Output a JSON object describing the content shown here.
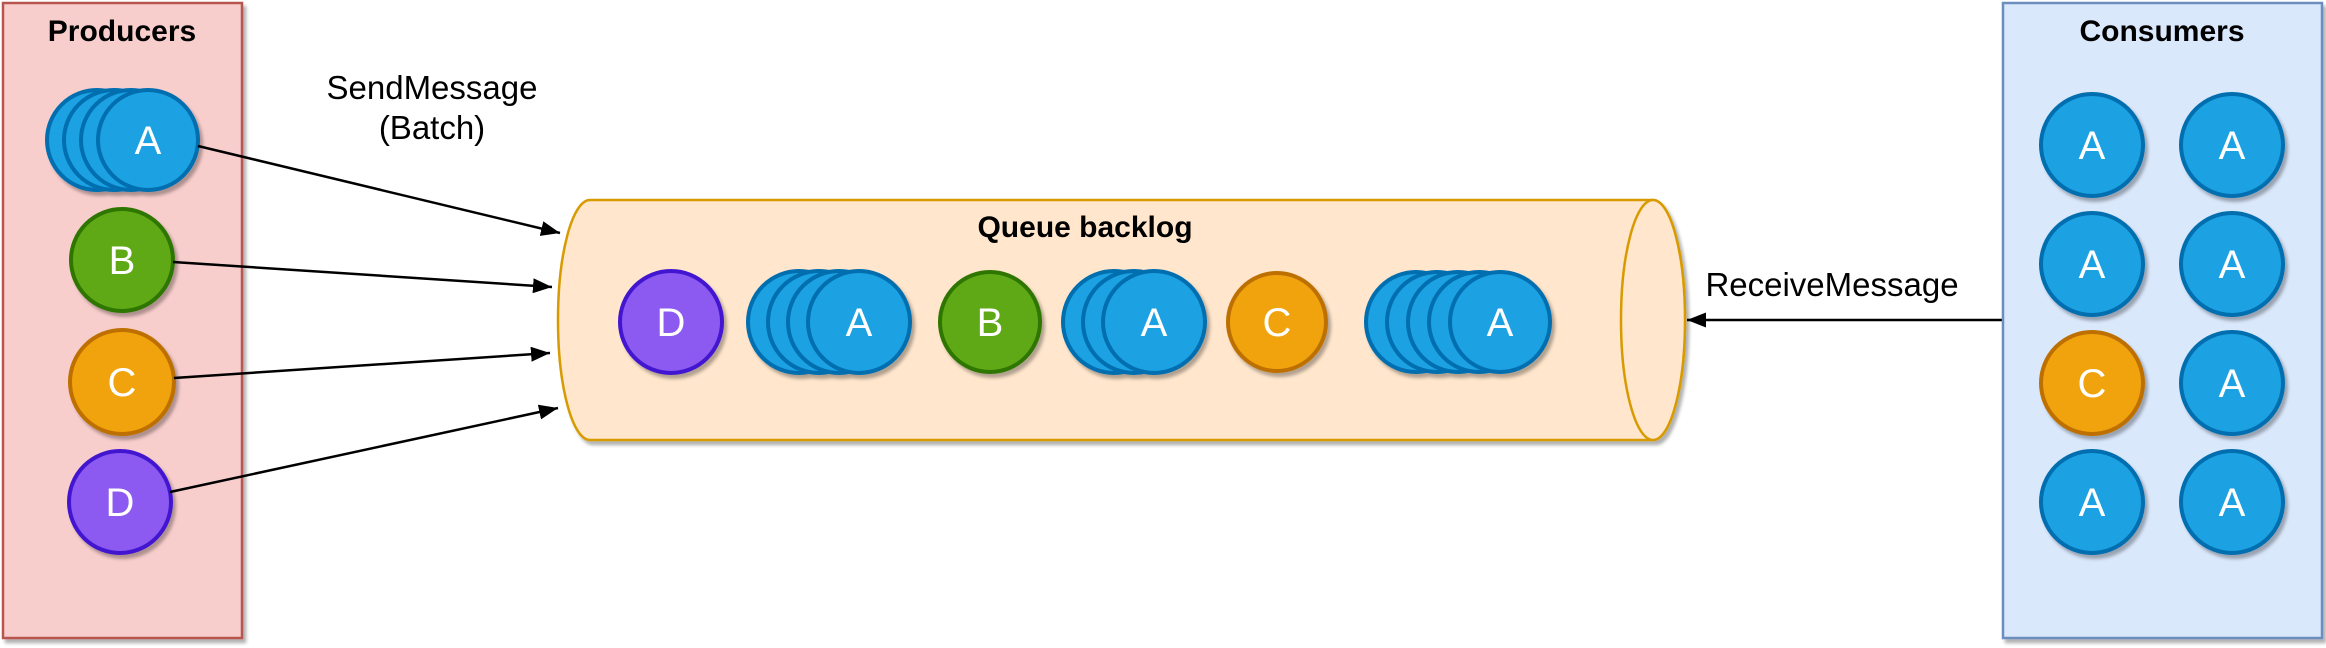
{
  "diagram": {
    "producers": {
      "title": "Producers",
      "items": [
        {
          "label": "A",
          "color": "blue",
          "stack": 4
        },
        {
          "label": "B",
          "color": "green",
          "stack": 1
        },
        {
          "label": "C",
          "color": "orange",
          "stack": 1
        },
        {
          "label": "D",
          "color": "purple",
          "stack": 1
        }
      ]
    },
    "queue": {
      "title": "Queue backlog",
      "items": [
        {
          "label": "D",
          "color": "purple",
          "stack": 1
        },
        {
          "label": "A",
          "color": "blue",
          "stack": 4
        },
        {
          "label": "B",
          "color": "green",
          "stack": 1
        },
        {
          "label": "A",
          "color": "blue",
          "stack": 3
        },
        {
          "label": "C",
          "color": "orange",
          "stack": 1
        },
        {
          "label": "A",
          "color": "blue",
          "stack": 5
        }
      ]
    },
    "consumers": {
      "title": "Consumers",
      "items": [
        {
          "label": "A",
          "color": "blue",
          "row": 1,
          "col": 1
        },
        {
          "label": "A",
          "color": "blue",
          "row": 1,
          "col": 2
        },
        {
          "label": "A",
          "color": "blue",
          "row": 2,
          "col": 1
        },
        {
          "label": "A",
          "color": "blue",
          "row": 2,
          "col": 2
        },
        {
          "label": "C",
          "color": "orange",
          "row": 3,
          "col": 1
        },
        {
          "label": "A",
          "color": "blue",
          "row": 3,
          "col": 2
        },
        {
          "label": "A",
          "color": "blue",
          "row": 4,
          "col": 1
        },
        {
          "label": "A",
          "color": "blue",
          "row": 4,
          "col": 2
        }
      ]
    },
    "edges": {
      "send_label_line1": "SendMessage",
      "send_label_line2": "(Batch)",
      "receive_label": "ReceiveMessage",
      "send_arrow_count": 4
    },
    "colors": {
      "blue_fill": "#1ba1e2",
      "blue_stroke": "#006eaf",
      "green_fill": "#60a917",
      "green_stroke": "#2d7600",
      "orange_fill": "#f0a30a",
      "orange_stroke": "#bd7000",
      "purple_fill": "#8c5af0",
      "purple_stroke": "#4318d0",
      "producers_fill": "#f8cecc",
      "producers_stroke": "#b85450",
      "consumers_fill": "#dae8fc",
      "consumers_stroke": "#6c8ebf",
      "queue_fill": "#ffe6cc",
      "queue_stroke": "#d79b00",
      "edge_color": "#000000",
      "label_color": "#000000",
      "letter_color": "#ffffff"
    }
  }
}
